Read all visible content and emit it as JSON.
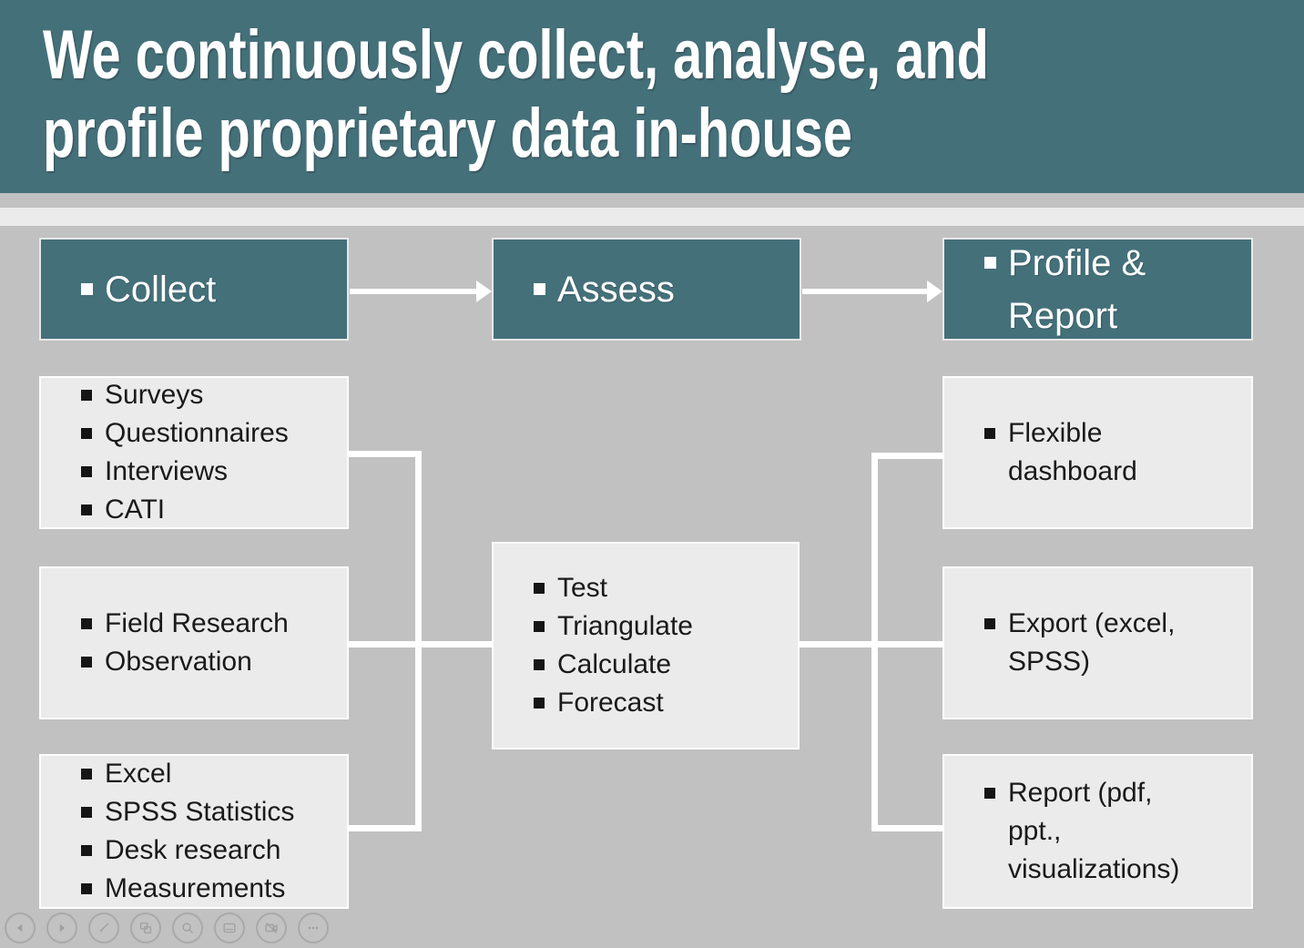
{
  "slide": {
    "title": {
      "line1": "We continuously collect, analyse, and",
      "line2": "profile proprietary data in-house"
    },
    "process_steps": {
      "collect": "Collect",
      "assess": "Assess",
      "profile_report": "Profile & Report"
    },
    "boxes": {
      "collect_methods": {
        "items": [
          "Surveys",
          "Questionnaires",
          "Interviews",
          "CATI"
        ]
      },
      "collect_field": {
        "items": [
          "Field Research",
          "Observation"
        ]
      },
      "collect_tools": {
        "items": [
          "Excel",
          "SPSS Statistics",
          "Desk research",
          "Measurements"
        ]
      },
      "assess_methods": {
        "items": [
          "Test",
          "Triangulate",
          "Calculate",
          "Forecast"
        ]
      },
      "profile_dashboard": {
        "items": [
          "Flexible dashboard"
        ]
      },
      "profile_export": {
        "items": [
          "Export (excel, SPSS)"
        ]
      },
      "profile_report": {
        "items": [
          "Report (pdf, ppt., visualizations)"
        ]
      }
    }
  },
  "colors": {
    "accent_teal": "#44707a",
    "slide_background": "#c1c1c1",
    "panel_background": "#ebebeb",
    "highlight_strip": "#ebebeb",
    "connector_white": "#ffffff",
    "title_text": "#ffffff",
    "body_text": "#1a1a1a"
  },
  "presenter_toolbar": {
    "icons": [
      {
        "name": "previous-slide-icon"
      },
      {
        "name": "next-slide-icon"
      },
      {
        "name": "pen-icon"
      },
      {
        "name": "all-slides-icon"
      },
      {
        "name": "zoom-icon"
      },
      {
        "name": "subtitles-icon"
      },
      {
        "name": "camera-off-icon"
      },
      {
        "name": "more-options-icon"
      }
    ]
  }
}
